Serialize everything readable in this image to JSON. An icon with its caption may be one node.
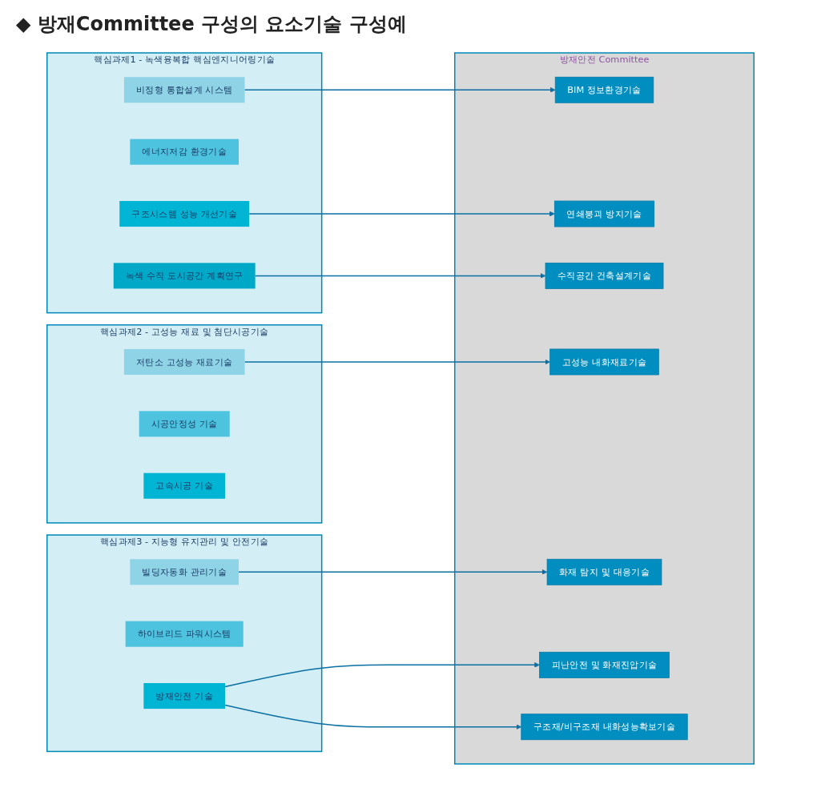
{
  "diagram": {
    "title": "◆ 방재Committee 구성의 요소기술 구성예",
    "nodes": [
      {
        "text": [
          "핵심과제1 - 녹색융복합 핵심엔지니어링기술"
        ]
      },
      {
        "text": [
          "비정형 통합설계 시스템"
        ],
        "in": 0
      },
      {
        "text": [
          "에너지저감 환경기술"
        ],
        "in": 0
      },
      {
        "text": [
          "구조시스템 성능 개선기술"
        ],
        "in": 0
      },
      {
        "text": [
          "녹색 수직 도시공간 계획연구"
        ],
        "in": 0
      },
      {
        "text": [
          "핵심과제2 - 고성능 재료 및 첨단시공기술"
        ]
      },
      {
        "text": [
          "저탄소 고성능 재료기술"
        ],
        "in": 5
      },
      {
        "text": [
          "시공안정성 기술"
        ],
        "in": 5
      },
      {
        "text": [
          "고속시공 기술"
        ],
        "in": 5
      },
      {
        "text": [
          "핵심과제3 - 지능형 유지관리 및 안전기술"
        ]
      },
      {
        "text": [
          "빌딩자동화 관리기술"
        ],
        "in": 9
      },
      {
        "text": [
          "하이브리드 파워시스템"
        ],
        "in": 9
      },
      {
        "text": [
          "방재안전 기술"
        ],
        "in": 9
      },
      {
        "text": [
          "방재안전 Committee"
        ]
      },
      {
        "text": [
          "BIM 정보환경기술"
        ],
        "in": 13
      },
      {
        "text": [
          "연쇄붕괴 방지기술"
        ],
        "in": 13
      },
      {
        "text": [
          "수직공간 건축설계기술"
        ],
        "in": 13
      },
      {
        "text": [
          "고성능 내화재료기술"
        ],
        "in": 13
      },
      {
        "text": [
          "화재 탐지 및 대응기술"
        ],
        "in": 13
      },
      {
        "text": [
          "피난안전 및 화재진압기술"
        ],
        "in": 13
      },
      {
        "text": [
          "구조재/비구조재 내화성능확보기술"
        ],
        "in": 13
      }
    ],
    "edges": [
      {
        "from": 1,
        "to": 14,
        "arrow": "to"
      },
      {
        "from": 3,
        "to": 15,
        "arrow": "to"
      },
      {
        "from": 4,
        "to": 16,
        "arrow": "to"
      },
      {
        "from": 6,
        "to": 17,
        "arrow": "to"
      },
      {
        "from": 10,
        "to": 18,
        "arrow": "to"
      },
      {
        "from": 12,
        "to": 19,
        "arrow": "to"
      },
      {
        "from": 12,
        "to": 20,
        "arrow": "to"
      }
    ]
  }
}
